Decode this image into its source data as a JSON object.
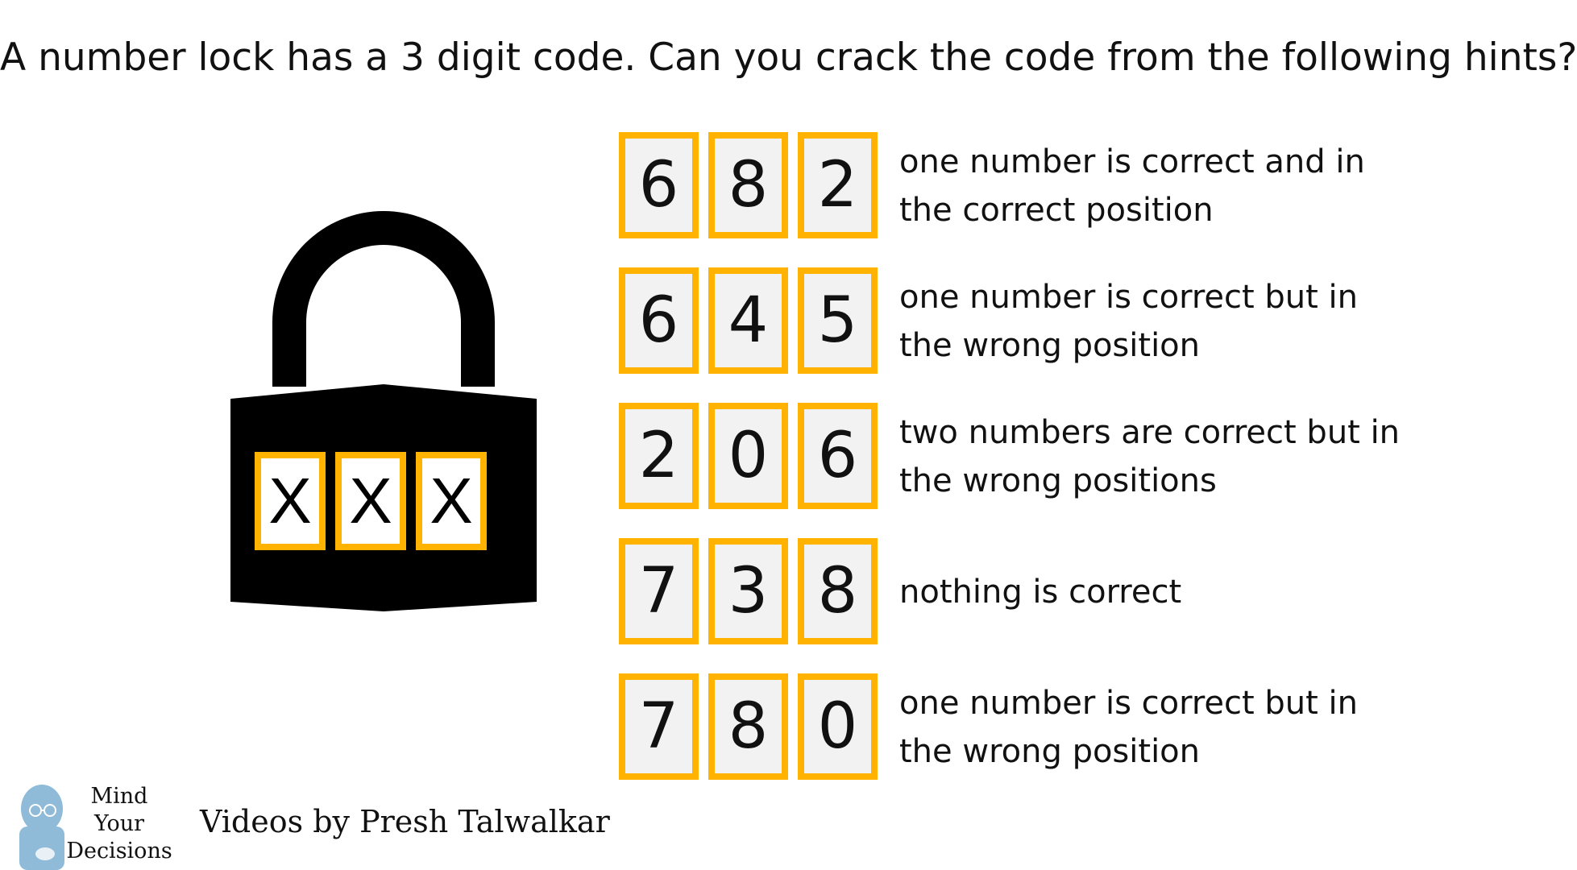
{
  "title": "A number lock has a 3 digit code. Can you crack the code from the following hints?",
  "lock": {
    "icon": "padlock-icon",
    "digits": [
      "X",
      "X",
      "X"
    ],
    "colors": {
      "body": "#000000",
      "border": "#ffb200"
    }
  },
  "hints": [
    {
      "digits": [
        "6",
        "8",
        "2"
      ],
      "text": "one number is correct and in the correct position"
    },
    {
      "digits": [
        "6",
        "4",
        "5"
      ],
      "text": "one number is correct but in the wrong position"
    },
    {
      "digits": [
        "2",
        "0",
        "6"
      ],
      "text": "two numbers are correct but in the wrong positions"
    },
    {
      "digits": [
        "7",
        "3",
        "8"
      ],
      "text": "nothing is correct"
    },
    {
      "digits": [
        "7",
        "8",
        "0"
      ],
      "text": "one number is correct but in the wrong position"
    }
  ],
  "brand": {
    "icon": "mind-your-decisions-logo-icon",
    "name_lines": [
      "Mind",
      "Your",
      "Decisions"
    ],
    "credit": "Videos by Presh Talwalkar"
  },
  "colors": {
    "accent": "#ffb200",
    "digit_bg": "#f2f2f2",
    "logo_blue": "#8fbbd8"
  }
}
